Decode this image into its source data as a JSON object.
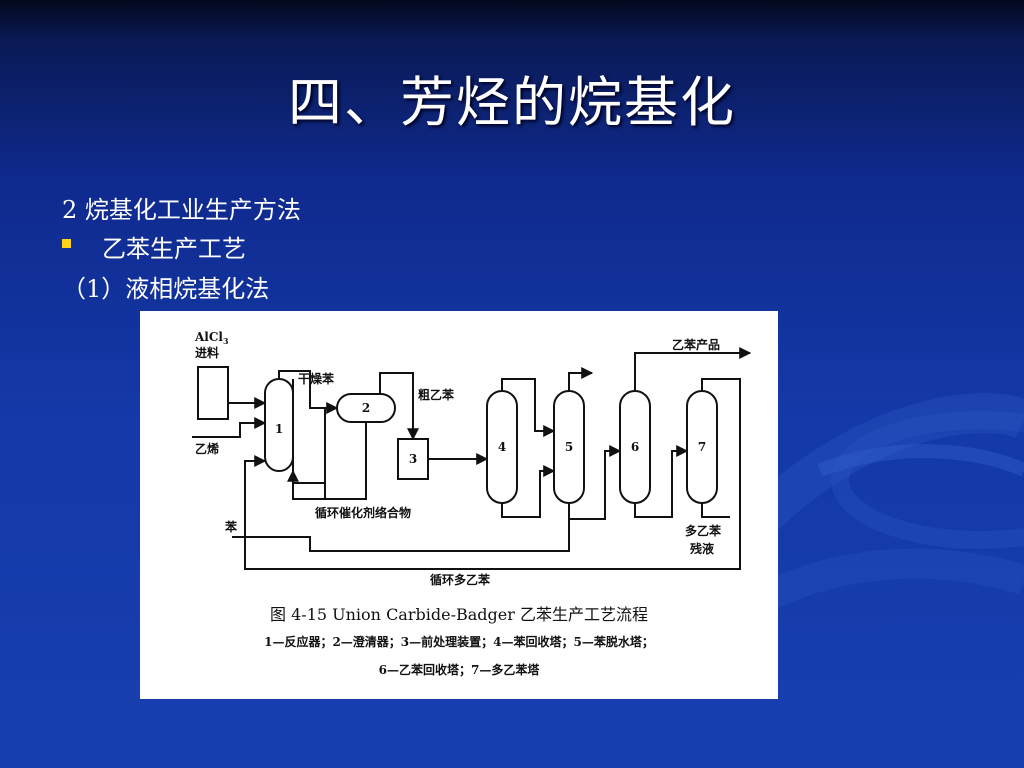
{
  "slide": {
    "title": "四、芳烃的烷基化",
    "heading": "2 烷基化工业生产方法",
    "bullet_text": "乙苯生产工艺",
    "sub_text": "（1）液相烷基化法"
  },
  "figure": {
    "feed_label_1": "AlCl",
    "feed_label_sub": "3",
    "feed_label_2": "进料",
    "ethylene": "乙烯",
    "benzene": "苯",
    "dry_benzene": "干燥苯",
    "crude_eb": "粗乙苯",
    "product": "乙苯产品",
    "recycle_catalyst": "循环催化剂络合物",
    "recycle_peb": "循环多乙苯",
    "residue_1": "多乙苯",
    "residue_2": "残液",
    "units": [
      "1",
      "2",
      "3",
      "4",
      "5",
      "6",
      "7"
    ],
    "caption": "图 4-15   Union Carbide-Badger 乙苯生产工艺流程",
    "legend_1": "1—反应器；2—澄清器；3—前处理装置；4—苯回收塔；5—苯脱水塔；",
    "legend_2": "6—乙苯回收塔；7—多乙苯塔"
  },
  "colors": {
    "accent_bullet": "#ffd21a",
    "background": "#173fb0"
  }
}
